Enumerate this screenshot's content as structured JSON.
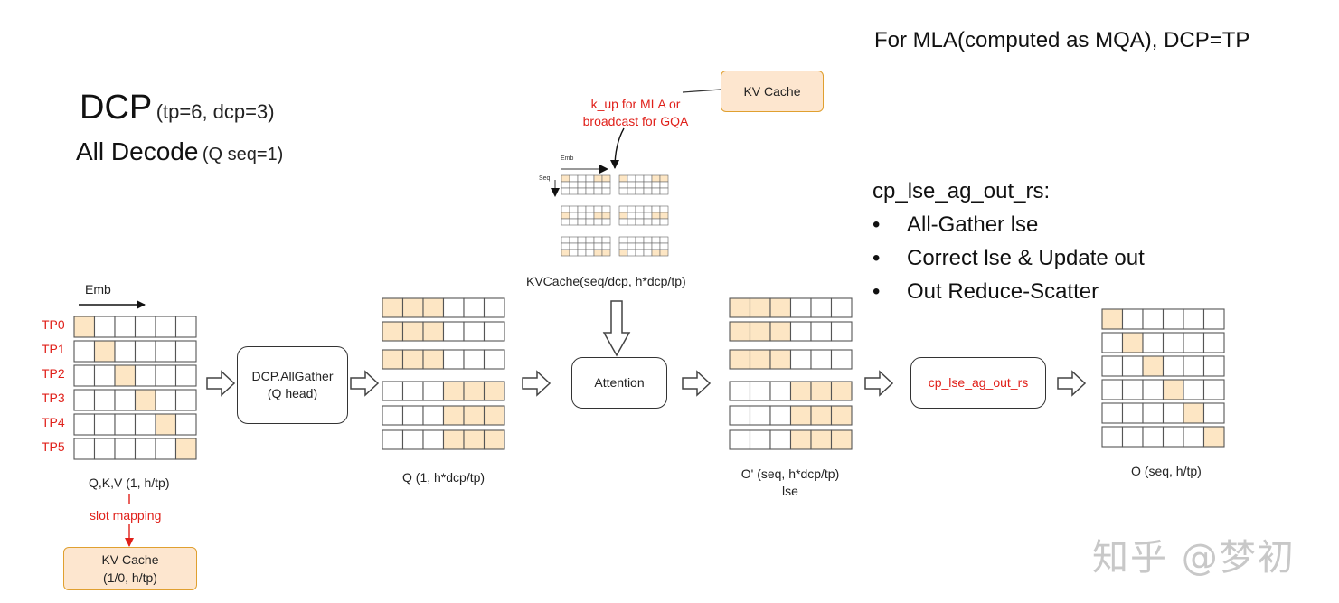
{
  "note_top": "For MLA(computed as MQA), DCP=TP",
  "title": {
    "main": "DCP",
    "sub": "(tp=6, dcp=3)"
  },
  "decode": {
    "main": "All Decode",
    "sub": "(Q seq=1)"
  },
  "procedure": {
    "title": "cp_lse_ag_out_rs:",
    "steps": [
      "All-Gather lse",
      "Correct lse & Update out",
      "Out Reduce-Scatter"
    ]
  },
  "emb_label": "Emb",
  "tp_labels": [
    "TP0",
    "TP1",
    "TP2",
    "TP3",
    "TP4",
    "TP5"
  ],
  "captions": {
    "qkv": "Q,K,V (1, h/tp)",
    "q": "Q (1, h*dcp/tp)",
    "kvcache_grid": "KVCache(seq/dcp, h*dcp/tp)",
    "o_prime_line1": "O' (seq, h*dcp/tp)",
    "o_prime_line2": "lse",
    "o": "O (seq, h/tp)"
  },
  "slot_mapping": "slot mapping",
  "kv_cache_bottom": {
    "line1": "KV Cache",
    "line2": "(1/0, h/tp)"
  },
  "kv_cache_top": "KV Cache",
  "kup_label": {
    "line1": "k_up for MLA or",
    "line2": "broadcast for GQA"
  },
  "mini_emb": "Emb",
  "mini_seq": "Seq",
  "boxes": {
    "allgather_line1": "DCP.AllGather",
    "allgather_line2": "(Q head)",
    "attention": "Attention",
    "cp_lse": "cp_lse_ag_out_rs"
  },
  "watermark": "知乎 @梦初",
  "colors": {
    "highlight": "#fde6c4",
    "accent_red": "#e0201a",
    "kv_border": "#e0a030"
  }
}
